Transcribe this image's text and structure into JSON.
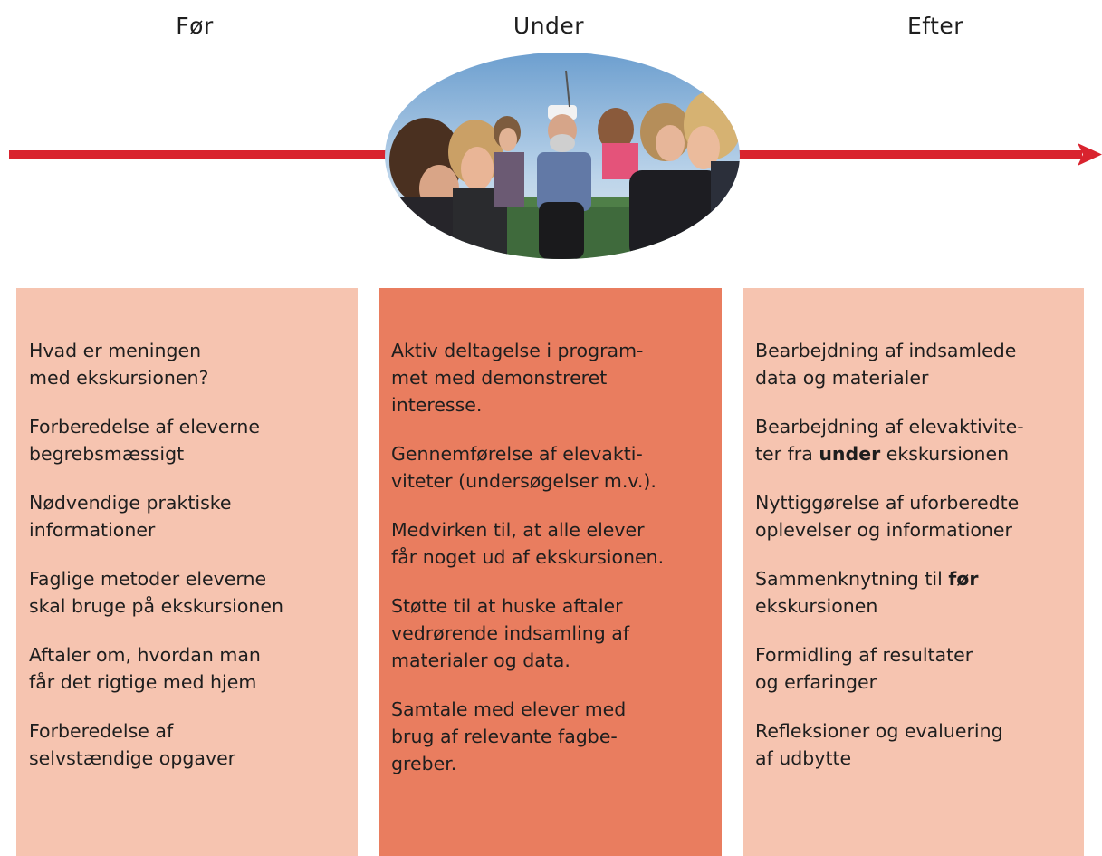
{
  "phases": {
    "before": "Før",
    "during": "Under",
    "after": "Efter"
  },
  "colors": {
    "timeline": "#d9232e",
    "column_light": "#f6c4b0",
    "column_accent": "#e97d5f"
  },
  "photo": {
    "alt": "Elever og lærere samlet omkring en guide under en ekskursion"
  },
  "before_items": [
    "Hvad er meningen\nmed ekskursionen?",
    "Forberedelse af eleverne\nbegrebsmæssigt",
    "Nødvendige praktiske\ninformationer",
    "Faglige metoder eleverne\nskal bruge på ekskursionen",
    "Aftaler om, hvordan man\nfår det rigtige med hjem",
    "Forberedelse af\nselvstændige opgaver"
  ],
  "during_items": [
    "Aktiv deltagelse i program-\nmet med demonstreret\ninteresse.",
    "Gennemførelse af elevakti-\nviteter (undersøgelser m.v.).",
    "Medvirken til, at alle elever\nfår noget ud af ekskursionen.",
    "Støtte til at huske aftaler\nvedrørende indsamling af\nmaterialer og data.",
    "Samtale med elever med\nbrug af relevante fagbe-\ngreber."
  ],
  "after_items": {
    "item1": "Bearbejdning af indsamlede\ndata og materialer",
    "item2_pre": "Bearbejdning af elevaktivite-\nter fra ",
    "item2_bold": "under",
    "item2_post": " ekskursionen",
    "item3": "Nyttiggørelse af uforberedte\noplevelser og informationer",
    "item4_pre": "Sammenknytning til ",
    "item4_bold": "før",
    "item4_post": "\nekskursionen",
    "item5": "Formidling af resultater\nog erfaringer",
    "item6": "Refleksioner og evaluering\naf udbytte"
  }
}
